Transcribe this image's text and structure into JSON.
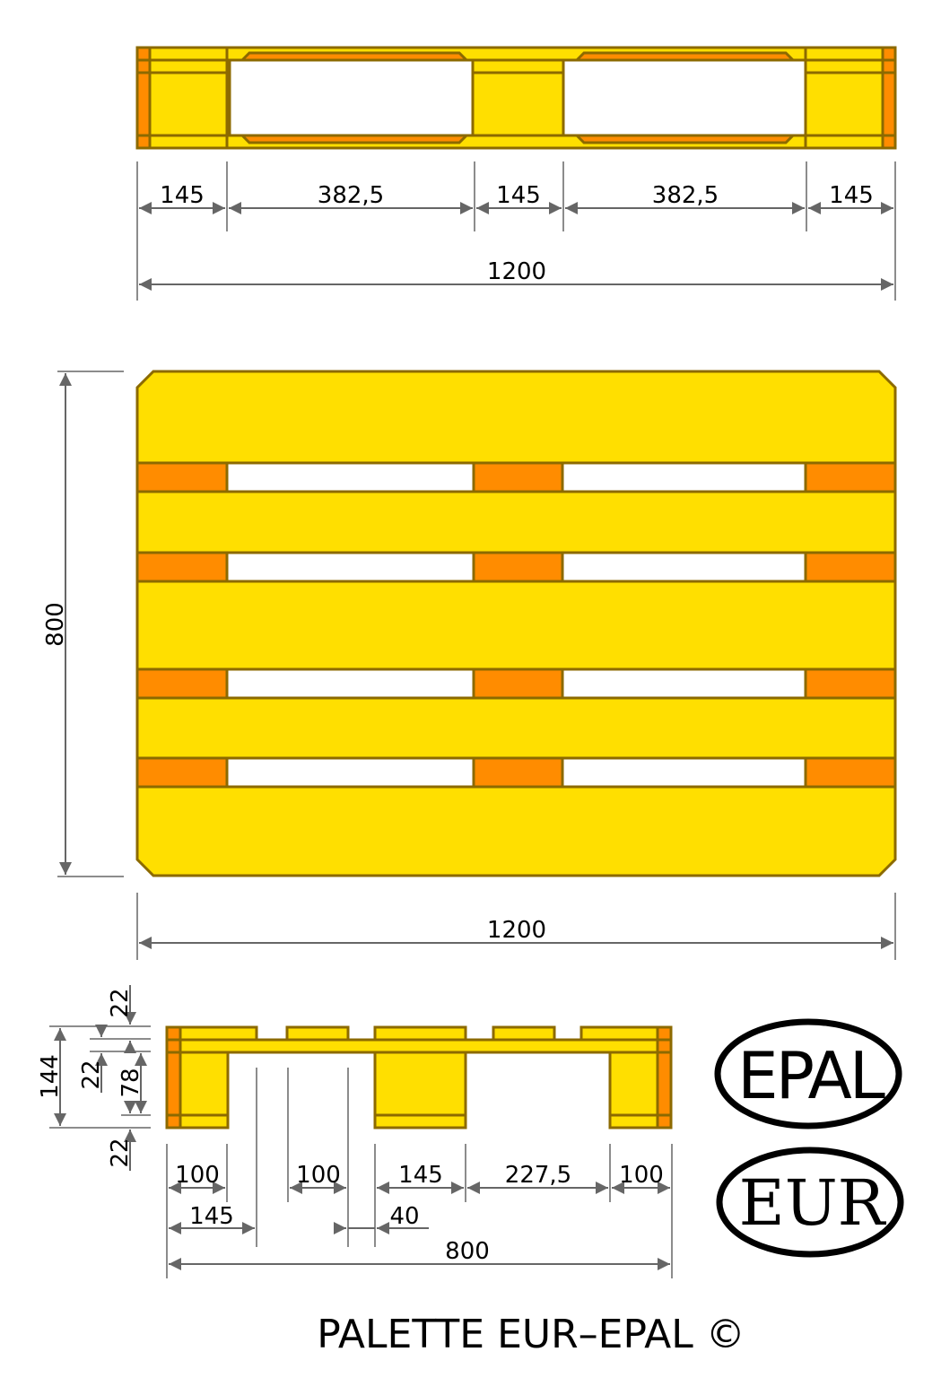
{
  "title": "PALETTE EUR–EPAL ©",
  "colors": {
    "wood": "#ffdf00",
    "block": "#ff8c00",
    "outline": "#8c6a00",
    "dimension": "#666666"
  },
  "side_view_long": {
    "segments": [
      "145",
      "382,5",
      "145",
      "382,5",
      "145"
    ],
    "total": "1200"
  },
  "top_view": {
    "width": "1200",
    "height": "800"
  },
  "side_view_short": {
    "heights": {
      "top_board": "22",
      "stringer": "22",
      "block": "78",
      "bottom_board": "22",
      "total": "144"
    },
    "row1": [
      "100",
      "100",
      "145",
      "227,5",
      "100"
    ],
    "row2": [
      "145",
      "40"
    ],
    "total": "800"
  },
  "logos": {
    "epal": "EPAL",
    "eur": "EUR"
  }
}
